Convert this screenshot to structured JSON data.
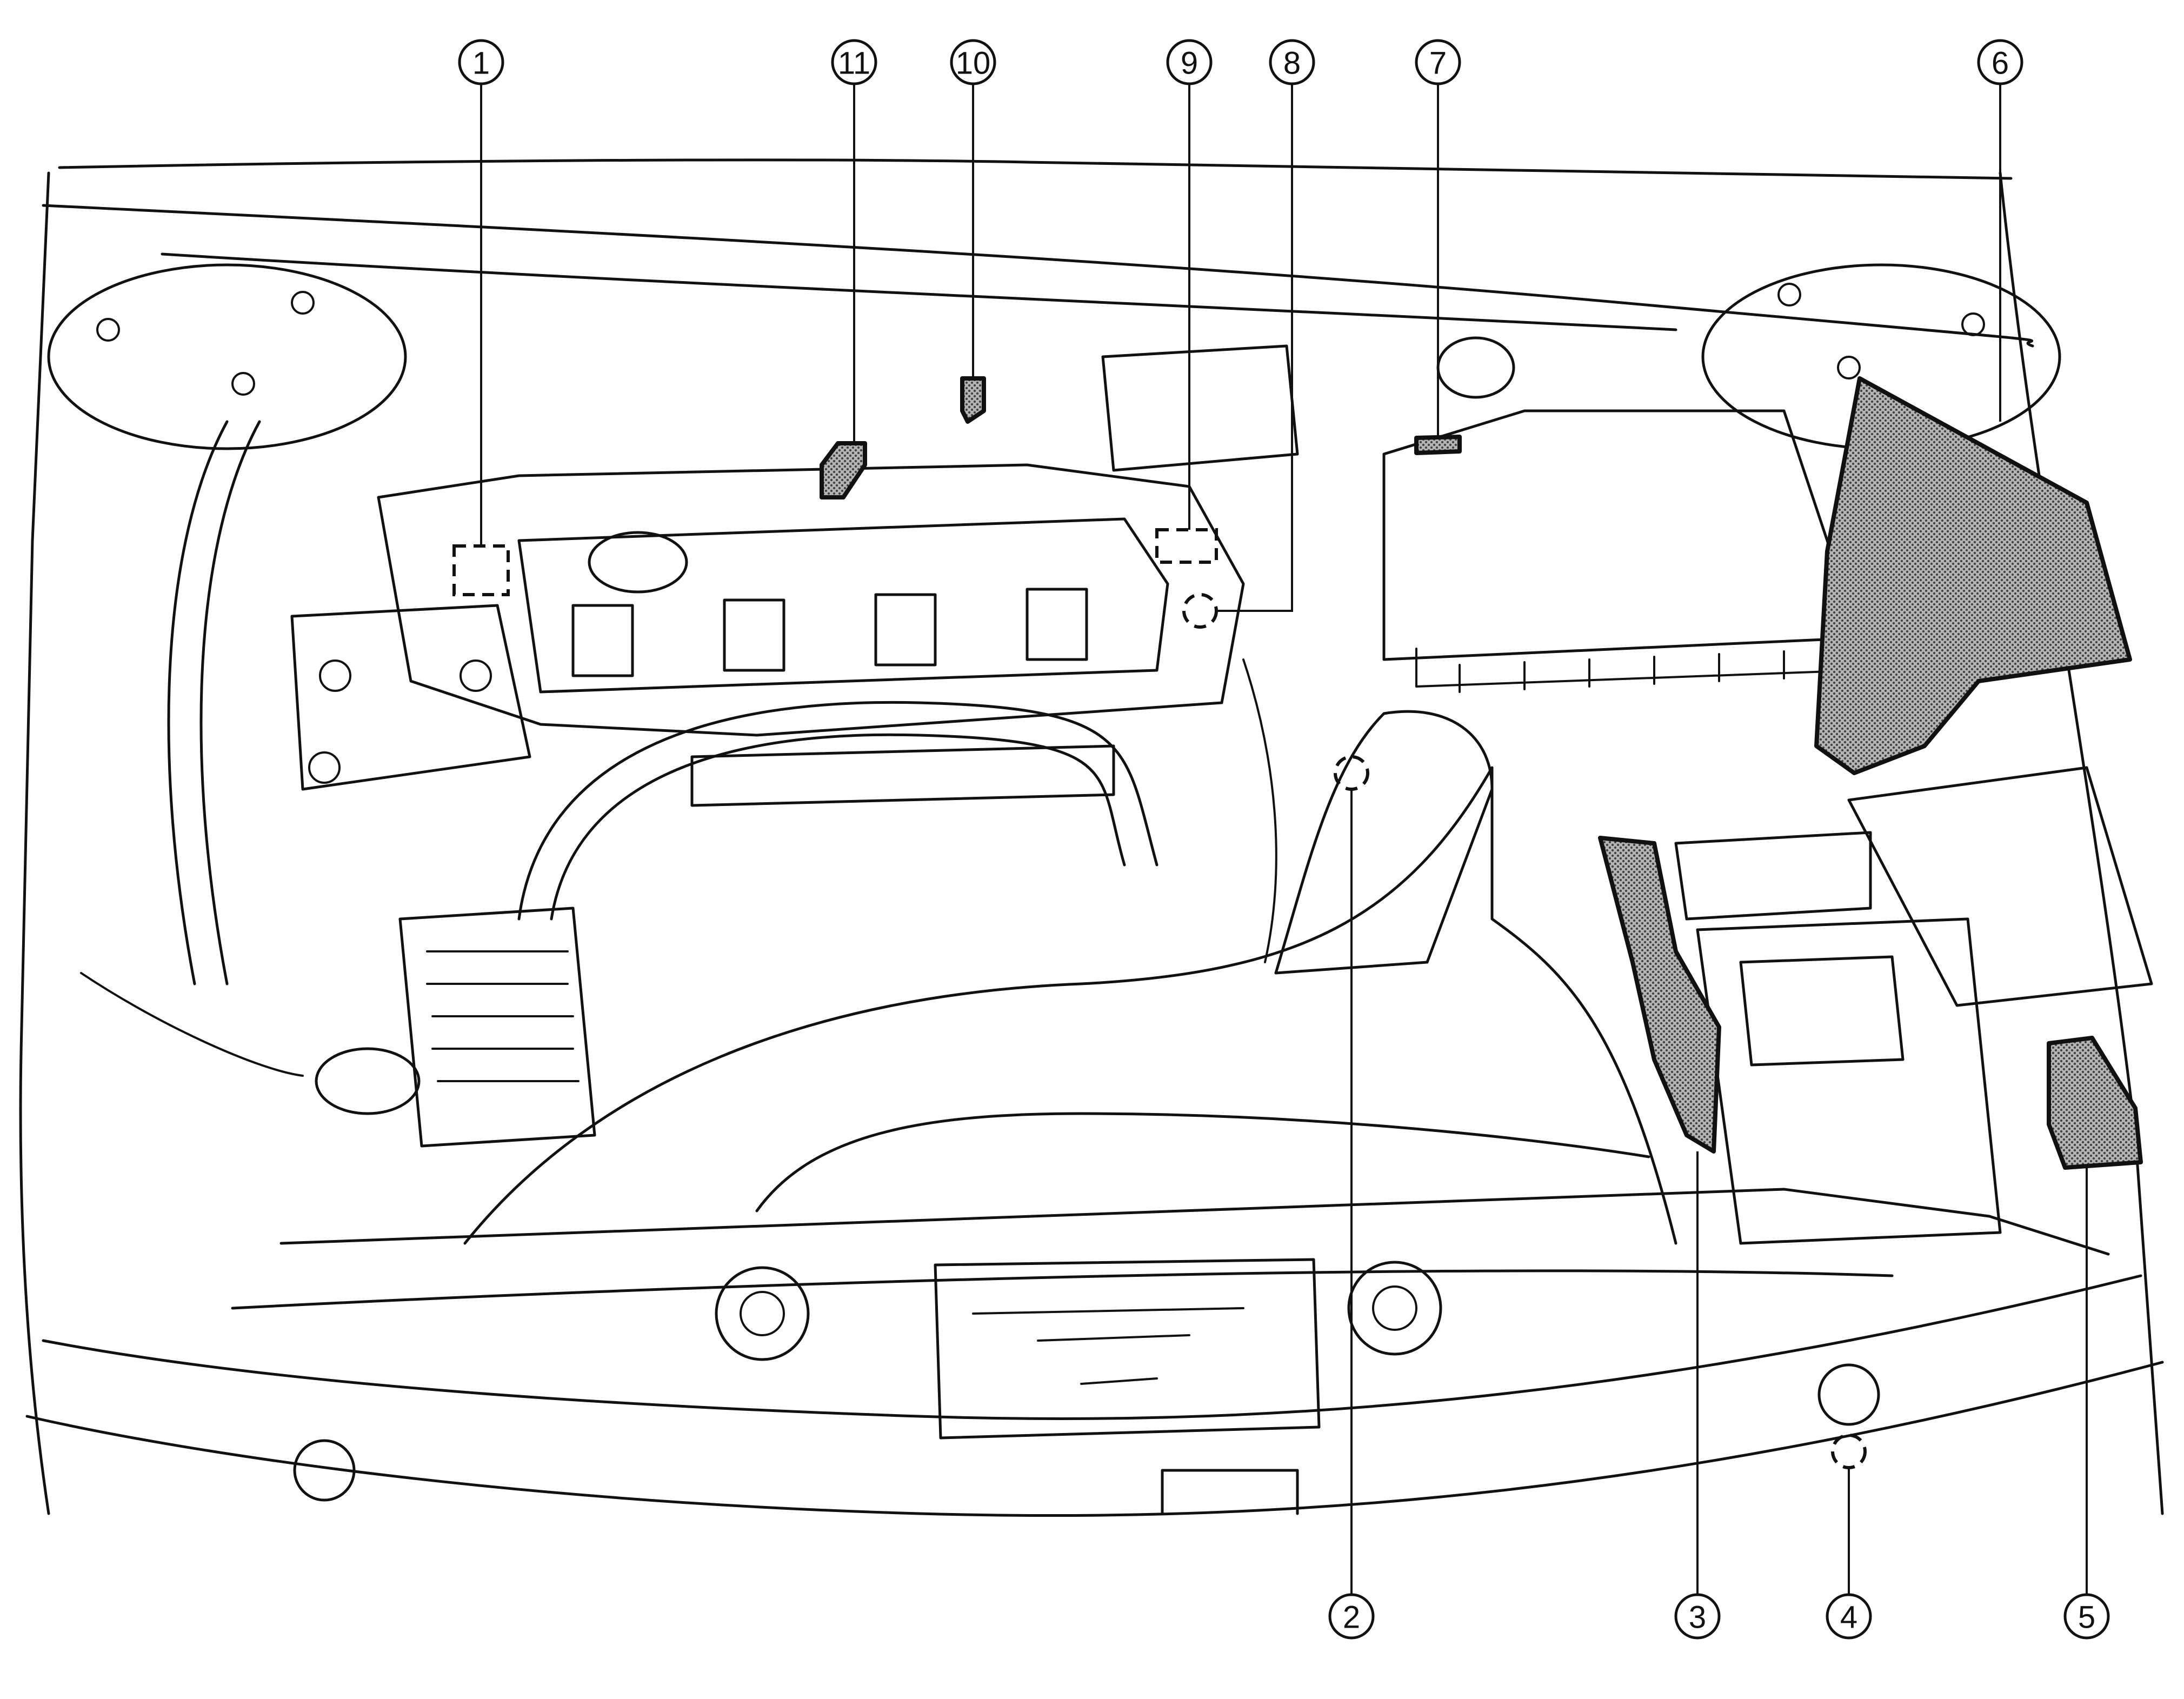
{
  "diagram": {
    "callouts": [
      {
        "id": "1",
        "label": "1"
      },
      {
        "id": "2",
        "label": "2"
      },
      {
        "id": "3",
        "label": "3"
      },
      {
        "id": "4",
        "label": "4"
      },
      {
        "id": "5",
        "label": "5"
      },
      {
        "id": "6",
        "label": "6"
      },
      {
        "id": "7",
        "label": "7"
      },
      {
        "id": "8",
        "label": "8"
      },
      {
        "id": "9",
        "label": "9"
      },
      {
        "id": "10",
        "label": "10"
      },
      {
        "id": "11",
        "label": "11"
      }
    ],
    "colors": {
      "line": "#111111",
      "shade": "#8a8a8a",
      "background": "#ffffff"
    }
  }
}
